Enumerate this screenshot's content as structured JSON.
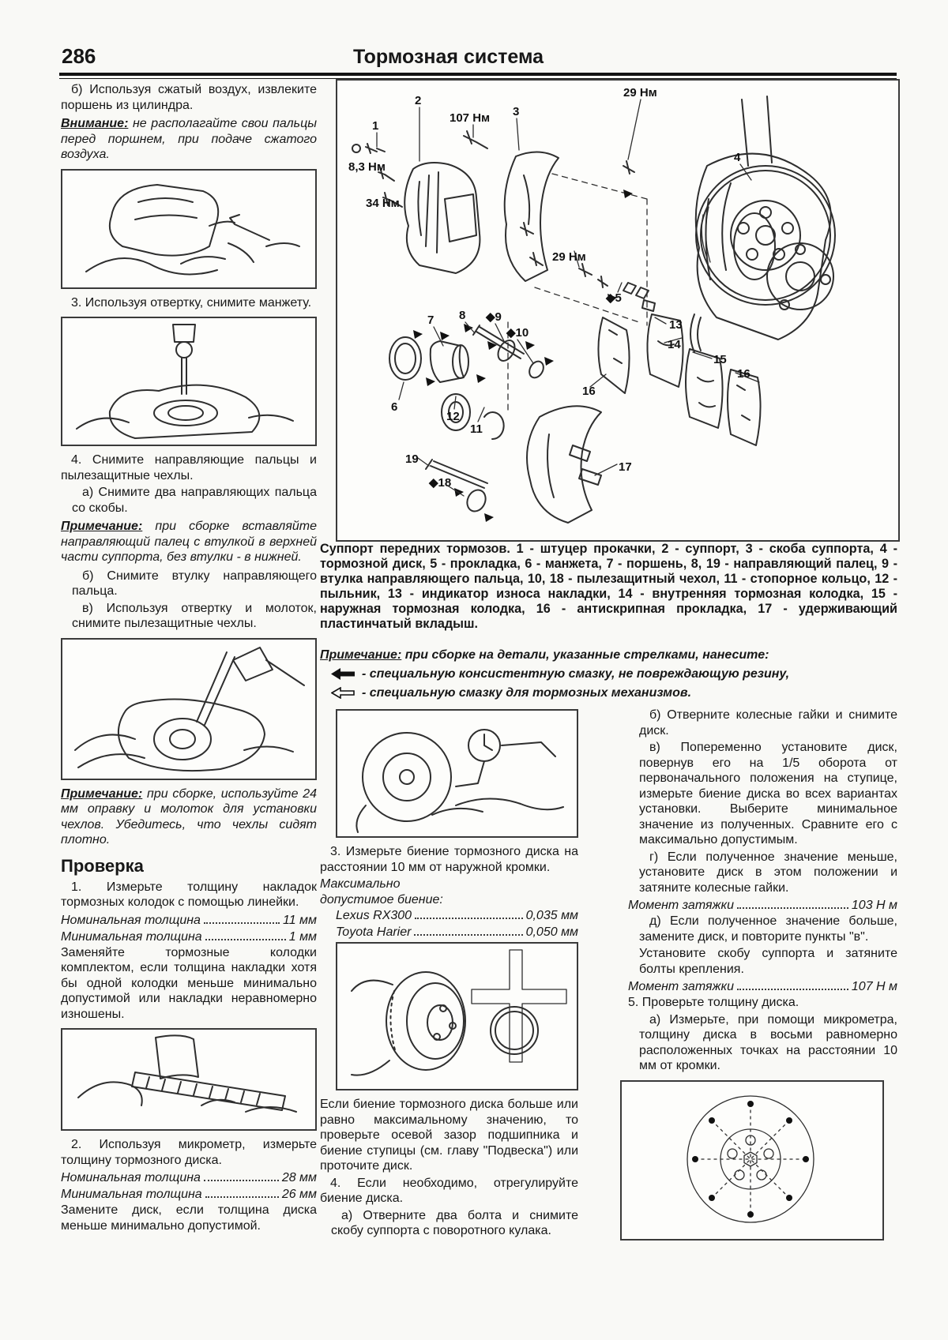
{
  "page": {
    "number": "286",
    "title": "Тормозная система"
  },
  "left": {
    "p1": "б) Используя сжатый воздух, извлеките поршень из цилиндра.",
    "warning_label": "Внимание:",
    "warning_text": "не располагайте свои пальцы перед поршнем, при подаче сжатого воздуха.",
    "p3": "3. Используя отвертку, снимите манжету.",
    "p4": "4. Снимите направляющие пальцы и пылезащитные чехлы.",
    "p4a": "а) Снимите два направляющих пальца со скобы.",
    "note1_label": "Примечание:",
    "note1_text": "при сборке вставляйте направляющий палец с втулкой в верхней части суппорта, без втулки - в нижней.",
    "p4b": "б) Снимите втулку направляющего пальца.",
    "p4c": "в) Используя отвертку и молоток, снимите пылезащитные чехлы.",
    "note2_label": "Примечание:",
    "note2_text": "при сборке, используйте 24 мм оправку и молоток для установки чехлов. Убедитесь, что чехлы сидят плотно.",
    "check_heading": "Проверка",
    "c1": "1. Измерьте толщину накладок тормозных колодок с помощью линейки.",
    "spec1_label": "Номинальная толщина",
    "spec1_value": "11 мм",
    "spec2_label": "Минимальная толщина",
    "spec2_value": "1 мм",
    "c1b": "Заменяйте тормозные колодки комплектом, если толщина накладки хотя бы одной колодки меньше минимально допустимой или накладки неравномерно изношены.",
    "c2": "2. Используя микрометр, измерьте толщину тормозного диска.",
    "spec3_label": "Номинальная толщина",
    "spec3_value": "28 мм",
    "spec4_label": "Минимальная толщина",
    "spec4_value": "26 мм",
    "c2b": "Замените диск, если толщина диска меньше минимально допустимой."
  },
  "diagram": {
    "caption": "Суппорт передних тормозов. 1 - штуцер прокачки, 2 - суппорт, 3 - скоба суппорта, 4 - тормозной диск, 5 - прокладка, 6 - манжета, 7 - поршень, 8, 19 - направляющий палец, 9 - втулка направляющего пальца, 10, 18 - пылезащитный чехол, 11 - стопорное кольцо, 12 - пыльник, 13 - индикатор износа накладки, 14 - внутренняя тормозная колодка, 15 - наружная тормозная колодка, 16 - антискрипная прокладка, 17 - удерживающий пластинчатый вкладыш.",
    "note_label": "Примечание:",
    "note_text": "при сборке на детали, указанные стрелками, нанесите:",
    "legend1": "- специальную консистентную смазку, не повреждающую резину,",
    "legend2": "- специальную смазку для тормозных механизмов.",
    "labels": [
      "1",
      "2",
      "107 Нм",
      "3",
      "29 Нм",
      "8,3 Нм",
      "34 Нм",
      "29 Нм",
      "4",
      "◆5",
      "7",
      "8",
      "◆9",
      "◆10",
      "6",
      "12",
      "11",
      "19",
      "◆18",
      "13",
      "14",
      "15",
      "16",
      "16",
      "17"
    ]
  },
  "middle": {
    "m3a": "3. Измерьте биение тормозного диска на расстоянии 10 мм от наружной кромки.",
    "max_line1": "Максимально",
    "max_line2": "допустимое биение:",
    "spec_lexus_label": "Lexus RX300",
    "spec_lexus_value": "0,035 мм",
    "spec_toyota_label": "Toyota Harier",
    "spec_toyota_value": "0,050 мм",
    "m4": "Если биение тормозного диска больше или равно максимальному значению, то проверьте осевой зазор подшипника и биение ступицы (см. главу \"Подвеска\") или проточите диск.",
    "m4a": "4. Если необходимо, отрегулируйте биение диска.",
    "m4b": "а) Отверните два болта и снимите скобу суппорта с поворотного кулака."
  },
  "right": {
    "rb": "б) Отверните колесные гайки и снимите диск.",
    "rv": "в) Попеременно установите диск, повернув его на 1/5 оборота от первоначального положения на ступице, измерьте биение диска во всех вариантах установки. Выберите минимальное значение из полученных. Сравните его с максимально допустимым.",
    "rg": "г) Если полученное значение меньше, установите диск в этом положении и затяните колесные гайки.",
    "torque1_label": "Момент затяжки",
    "torque1_value": "103 Н м",
    "rd": "д) Если полученное значение больше, замените диск, и повторите пункты \"в\".",
    "rd2": "Установите скобу суппорта и затяните болты крепления.",
    "torque2_label": "Момент затяжки",
    "torque2_value": "107 Н м",
    "r5": "5. Проверьте толщину диска.",
    "r5a": "а) Измерьте, при помощи микрометра, толщину диска в восьми равномерно расположенных точках на расстоянии 10 мм от кромки."
  }
}
